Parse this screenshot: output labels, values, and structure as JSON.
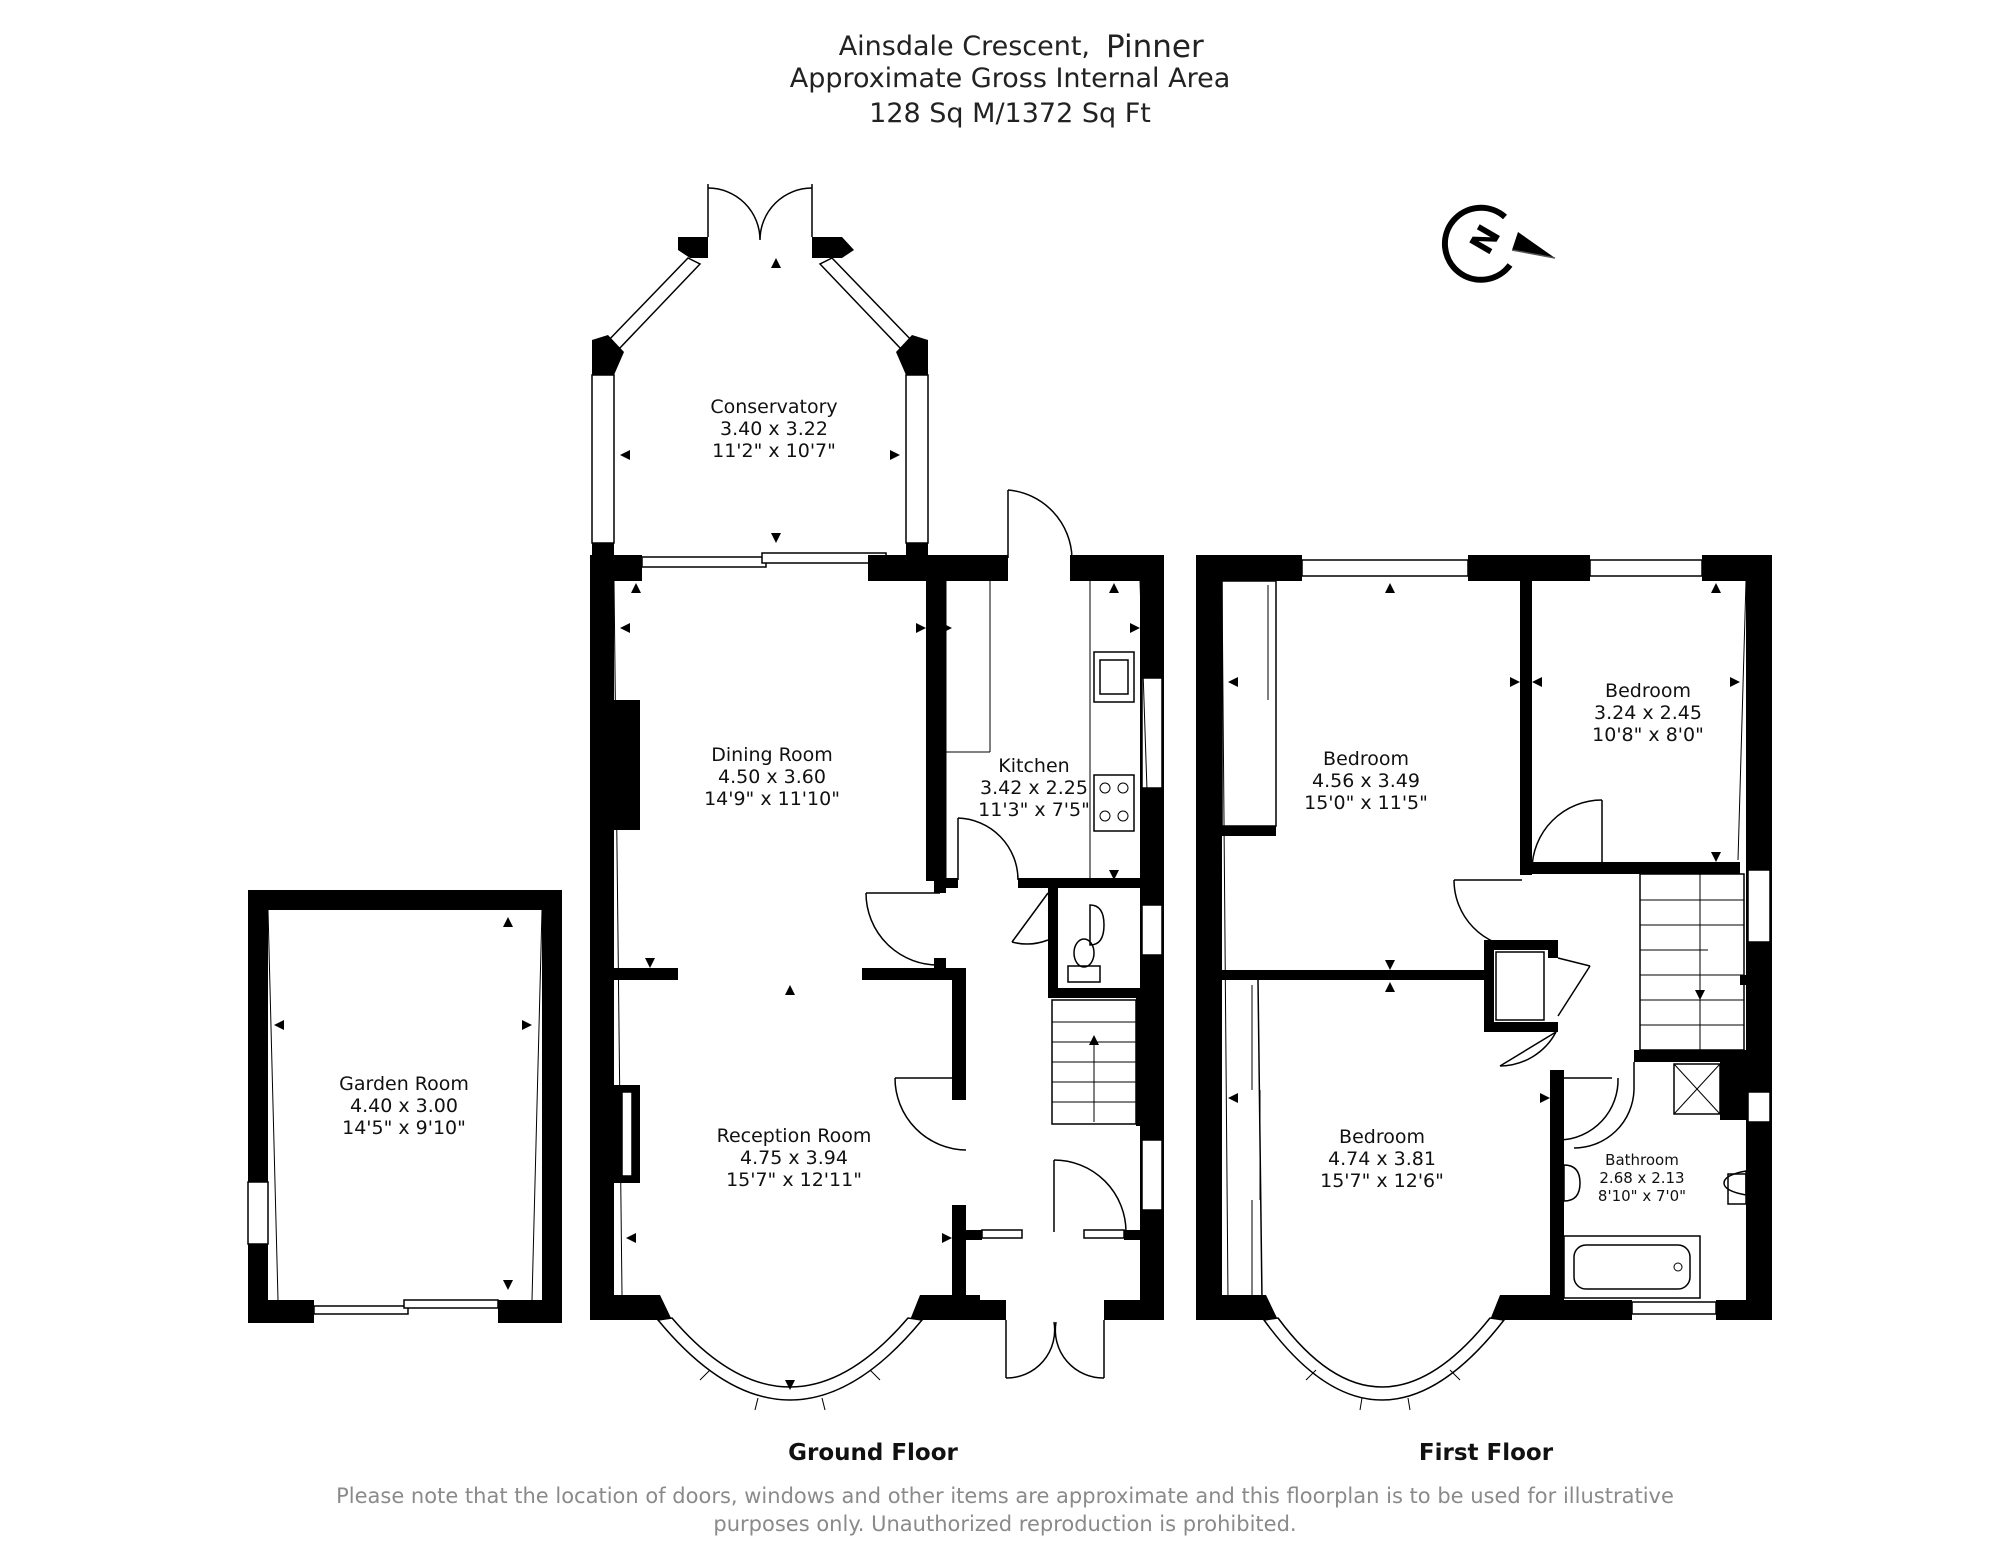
{
  "header": {
    "line1_street": "Ainsdale Crescent,",
    "line1_town": "Pinner",
    "line2": "Approximate Gross Internal Area",
    "line3": "128 Sq M/1372 Sq Ft"
  },
  "compass": {
    "letter": "N",
    "icon": "north-arrow-icon"
  },
  "rooms": {
    "conservatory": {
      "name": "Conservatory",
      "metric": "3.40 x 3.22",
      "imperial": "11'2\" x 10'7\""
    },
    "dining": {
      "name": "Dining Room",
      "metric": "4.50 x 3.60",
      "imperial": "14'9\" x 11'10\""
    },
    "kitchen": {
      "name": "Kitchen",
      "metric": "3.42 x 2.25",
      "imperial": "11'3\" x 7'5\""
    },
    "reception": {
      "name": "Reception Room",
      "metric": "4.75 x 3.94",
      "imperial": "15'7\" x 12'11\""
    },
    "garden": {
      "name": "Garden Room",
      "metric": "4.40 x 3.00",
      "imperial": "14'5\" x 9'10\""
    },
    "bedroom1": {
      "name": "Bedroom",
      "metric": "4.56 x 3.49",
      "imperial": "15'0\" x 11'5\""
    },
    "bedroom2": {
      "name": "Bedroom",
      "metric": "3.24 x 2.45",
      "imperial": "10'8\" x 8'0\""
    },
    "bedroom3": {
      "name": "Bedroom",
      "metric": "4.74 x 3.81",
      "imperial": "15'7\" x 12'6\""
    },
    "bathroom": {
      "name": "Bathroom",
      "metric": "2.68 x 2.13",
      "imperial": "8'10\" x 7'0\""
    }
  },
  "floors": {
    "ground": "Ground Floor",
    "first": "First Floor"
  },
  "footer": {
    "line1": "Please note that the location of doors, windows and other items are approximate and this floorplan is to be used for illustrative",
    "line2": "purposes only. Unauthorized reproduction is prohibited."
  }
}
